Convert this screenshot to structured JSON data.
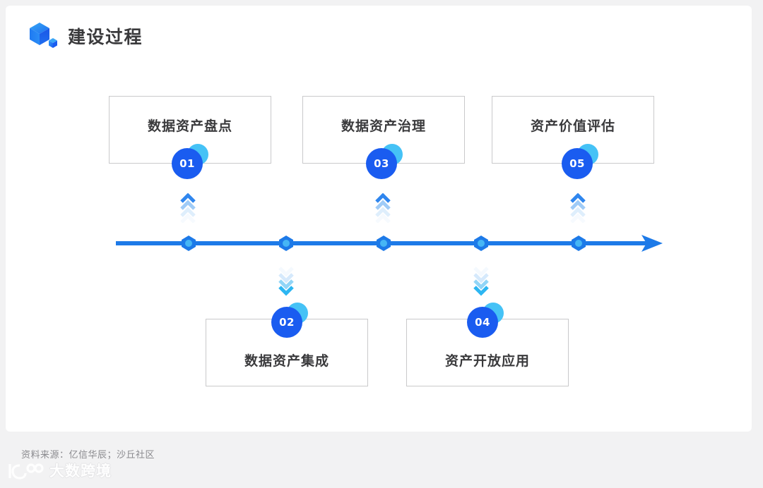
{
  "header": {
    "title": "建设过程",
    "icon": "cube-icon"
  },
  "diagram": {
    "type": "timeline-process",
    "top_steps": [
      {
        "number": "01",
        "label": "数据资产盘点"
      },
      {
        "number": "03",
        "label": "数据资产治理"
      },
      {
        "number": "05",
        "label": "资产价值评估"
      }
    ],
    "bottom_steps": [
      {
        "number": "02",
        "label": "数据资产集成"
      },
      {
        "number": "04",
        "label": "资产开放应用"
      }
    ],
    "node_count": 5,
    "arrow_direction": "right"
  },
  "footer": {
    "source": "资料来源：亿信华辰；沙丘社区",
    "watermark": "大数跨境"
  },
  "colors": {
    "page_background": "#f2f2f3",
    "card_background": "#ffffff",
    "badge_main": "#1a5cf0",
    "badge_accent": "#45c2f6",
    "timeline": "#1d7ae8",
    "box_border": "#c9c9cb",
    "text_dark": "#3a3a3c",
    "text_muted": "#8a8a8e"
  }
}
